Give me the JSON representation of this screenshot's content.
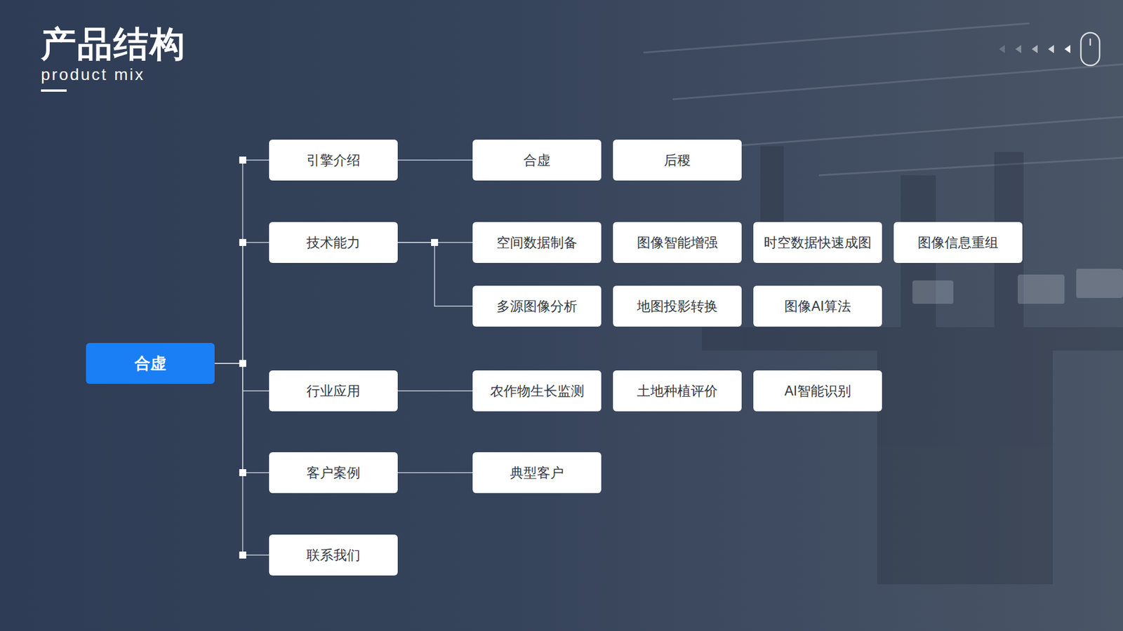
{
  "diagram": {
    "title": "产品结构",
    "nodes": [
      {
        "text": [
          "合虚"
        ]
      },
      {
        "text": [
          "引擎介绍"
        ]
      },
      {
        "text": [
          "合虚"
        ]
      },
      {
        "text": [
          "后稷"
        ]
      },
      {
        "text": [
          "技术能力"
        ]
      },
      {
        "text": [
          "空间数据制备"
        ]
      },
      {
        "text": [
          "图像智能增强"
        ]
      },
      {
        "text": [
          "时空数据快速成图"
        ]
      },
      {
        "text": [
          "图像信息重组"
        ]
      },
      {
        "text": [
          "多源图像分析"
        ]
      },
      {
        "text": [
          "地图投影转换"
        ]
      },
      {
        "text": [
          "图像AI算法"
        ]
      },
      {
        "text": [
          "行业应用"
        ]
      },
      {
        "text": [
          "农作物生长监测"
        ]
      },
      {
        "text": [
          "土地种植评价"
        ]
      },
      {
        "text": [
          "AI智能识别"
        ]
      },
      {
        "text": [
          "客户案例"
        ]
      },
      {
        "text": [
          "典型客户"
        ]
      },
      {
        "text": [
          "联系我们"
        ]
      }
    ],
    "edges": [
      {
        "from": 0,
        "to": 1,
        "arrow": "none"
      },
      {
        "from": 0,
        "to": 4,
        "arrow": "none"
      },
      {
        "from": 0,
        "to": 12,
        "arrow": "none"
      },
      {
        "from": 0,
        "to": 16,
        "arrow": "none"
      },
      {
        "from": 0,
        "to": 18,
        "arrow": "none"
      },
      {
        "from": 1,
        "to": 2,
        "arrow": "none"
      },
      {
        "from": 4,
        "to": 5,
        "arrow": "none"
      },
      {
        "from": 4,
        "to": 9,
        "arrow": "none"
      },
      {
        "from": 12,
        "to": 13,
        "arrow": "none"
      },
      {
        "from": 16,
        "to": 17,
        "arrow": "none"
      }
    ],
    "labels": [
      "product mix"
    ]
  }
}
